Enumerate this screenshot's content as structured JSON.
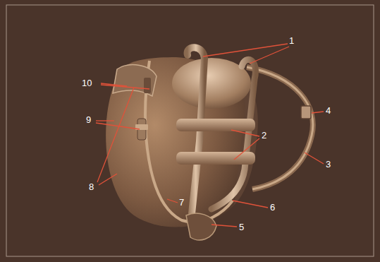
{
  "diagram": {
    "labels": [
      "1",
      "10",
      "4",
      "9",
      "2",
      "3",
      "8",
      "7",
      "6",
      "5"
    ]
  }
}
